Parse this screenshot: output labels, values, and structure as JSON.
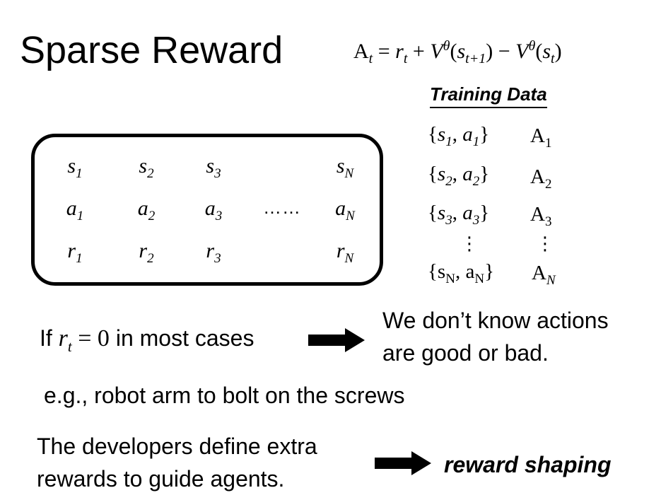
{
  "title": "Sparse Reward",
  "formula": {
    "lhs": "A",
    "lhs_sub": "t",
    "eq": "=",
    "r": "r",
    "r_sub": "t",
    "plus": "+",
    "v1": "V",
    "v1_sup": "θ",
    "v1_arg_open": "(",
    "v1_arg": "s",
    "v1_arg_sub": "t+1",
    "v1_arg_close": ")",
    "minus": "−",
    "v2": "V",
    "v2_sup": "θ",
    "v2_arg_open": "(",
    "v2_arg": "s",
    "v2_arg_sub": "t",
    "v2_arg_close": ")"
  },
  "trajectory": {
    "s": {
      "sym": "s",
      "subs": [
        "1",
        "2",
        "3",
        "N"
      ]
    },
    "a": {
      "sym": "a",
      "subs": [
        "1",
        "2",
        "3",
        "N"
      ]
    },
    "r": {
      "sym": "r",
      "subs": [
        "1",
        "2",
        "3",
        "N"
      ]
    },
    "ellipsis": "……"
  },
  "training_data": {
    "heading": "Training Data",
    "rows": [
      {
        "open": "{",
        "s": "s",
        "s_sub": "1",
        "comma": ",",
        "a": "a",
        "a_sub": "1",
        "close": "}",
        "A": "A",
        "A_sub": "1"
      },
      {
        "open": "{",
        "s": "s",
        "s_sub": "2",
        "comma": ",",
        "a": "a",
        "a_sub": "2",
        "close": "}",
        "A": "A",
        "A_sub": "2"
      },
      {
        "open": "{",
        "s": "s",
        "s_sub": "3",
        "comma": ",",
        "a": "a",
        "a_sub": "3",
        "close": "}",
        "A": "A",
        "A_sub": "3"
      },
      {
        "open": "{",
        "s": "s",
        "s_sub": "N",
        "comma": ",",
        "a": "a",
        "a_sub": "N",
        "close": "}",
        "A": "A",
        "A_sub": "N"
      }
    ],
    "vdots": "⋮"
  },
  "condition": {
    "prefix": "If ",
    "r": "r",
    "r_sub": "t",
    "eq": " = 0",
    "suffix": " in most cases"
  },
  "consequence": {
    "line1": "We don’t know actions",
    "line2": "are good or bad."
  },
  "example": "e.g., robot arm to bolt on the screws",
  "developers": {
    "line1": "The developers define extra",
    "line2": "rewards to guide agents."
  },
  "shaping": "reward shaping",
  "colors": {
    "text": "#000000",
    "background": "#ffffff"
  }
}
